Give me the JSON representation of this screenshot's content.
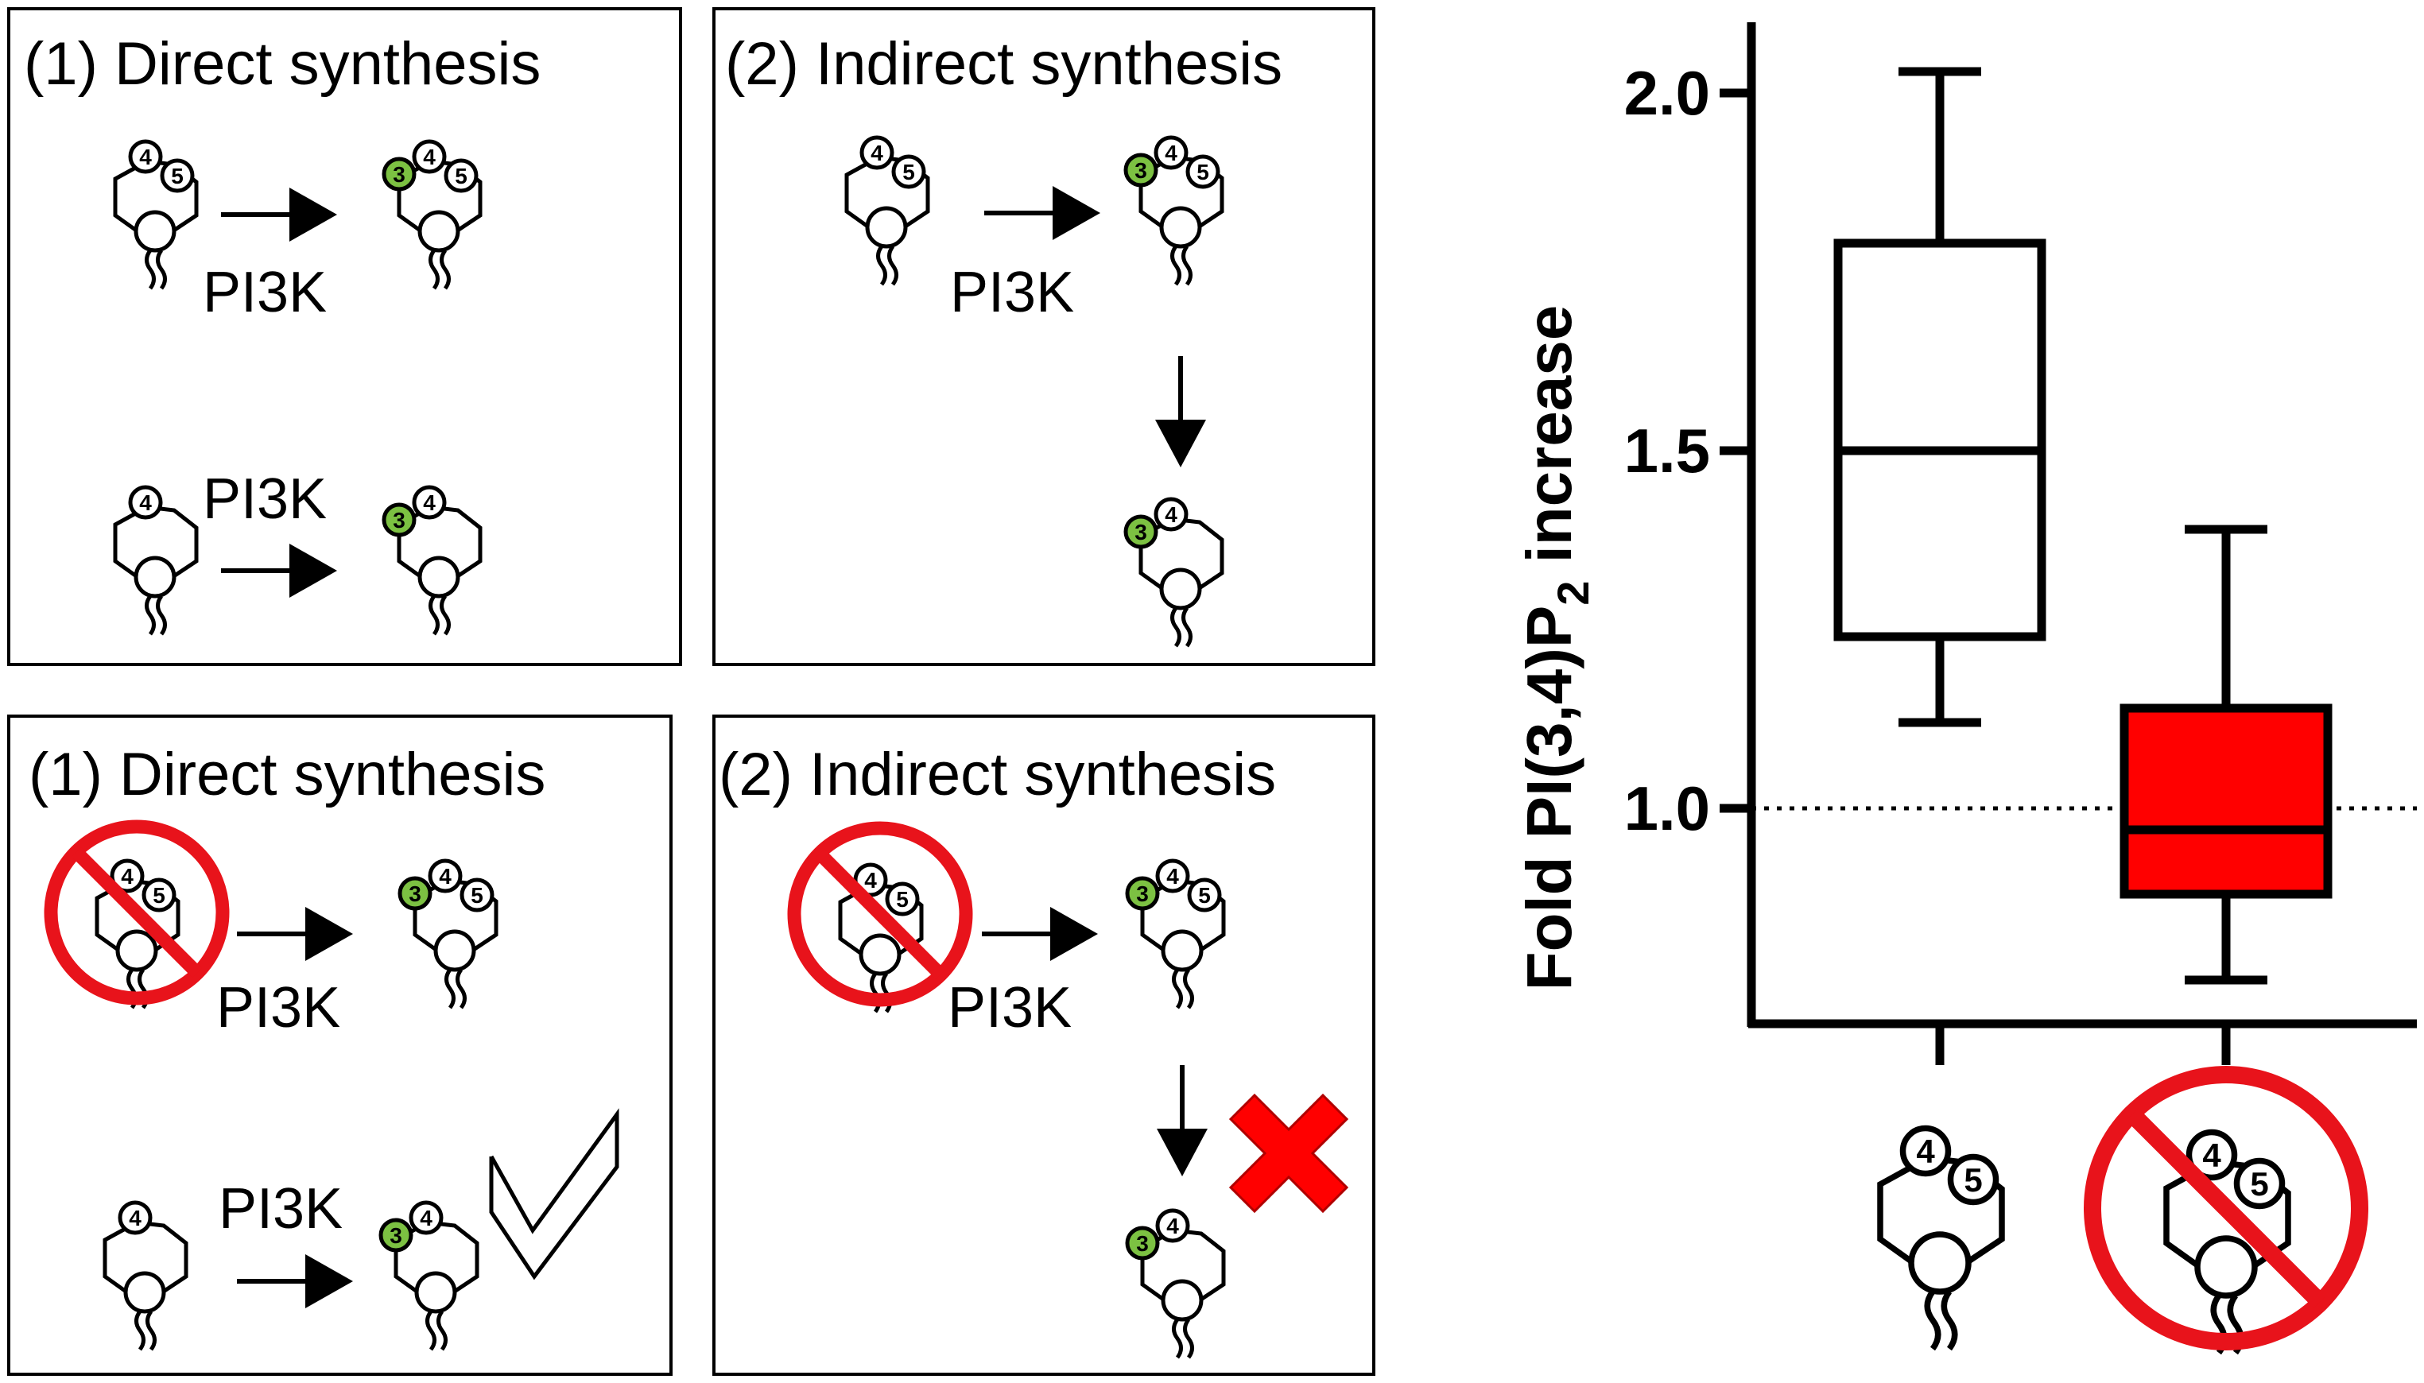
{
  "panels": {
    "top_left": {
      "title": "(1) Direct synthesis",
      "enzyme_top": "PI3K",
      "enzyme_bottom": "PI3K"
    },
    "top_right": {
      "title": "(2) Indirect synthesis",
      "enzyme": "PI3K"
    },
    "bottom_left": {
      "title": "(1) Direct synthesis",
      "enzyme_top": "PI3K",
      "enzyme_bottom": "PI3K"
    },
    "bottom_right": {
      "title": "(2) Indirect synthesis",
      "enzyme": "PI3K"
    }
  },
  "head_labels": {
    "pos3": "3",
    "pos4": "4",
    "pos5": "5"
  },
  "icons": {
    "reaction_arrow": "right-arrow-icon",
    "down_arrow": "down-arrow-icon",
    "prohibited": "prohibited-sign-icon",
    "blocked": "red-x-icon",
    "allowed": "checkmark-icon"
  },
  "colors": {
    "phospho_3": "#7cc142",
    "prohibit": "#e8131b",
    "box_control": "#ffffff",
    "box_depleted": "#ff0000",
    "ink": "#000000"
  },
  "chart_data": {
    "type": "box",
    "ylabel_main": "Fold PI(3,4)P",
    "ylabel_sub": "2",
    "ylabel_tail": " increase",
    "ylim": [
      0.7,
      2.1
    ],
    "yticks": [
      {
        "value": 1.0,
        "label": "1.0"
      },
      {
        "value": 1.5,
        "label": "1.5"
      },
      {
        "value": 2.0,
        "label": "2.0"
      }
    ],
    "reference_line": 1.0,
    "categories": [
      "PI(4,5)P2 present",
      "PI(4,5)P2 depleted"
    ],
    "series": [
      {
        "min": 1.12,
        "q1": 1.24,
        "median": 1.5,
        "q3": 1.79,
        "max": 2.03,
        "color": "#ffffff"
      },
      {
        "min": 0.76,
        "q1": 0.88,
        "median": 0.97,
        "q3": 1.14,
        "max": 1.39,
        "color": "#ff0000"
      }
    ]
  }
}
